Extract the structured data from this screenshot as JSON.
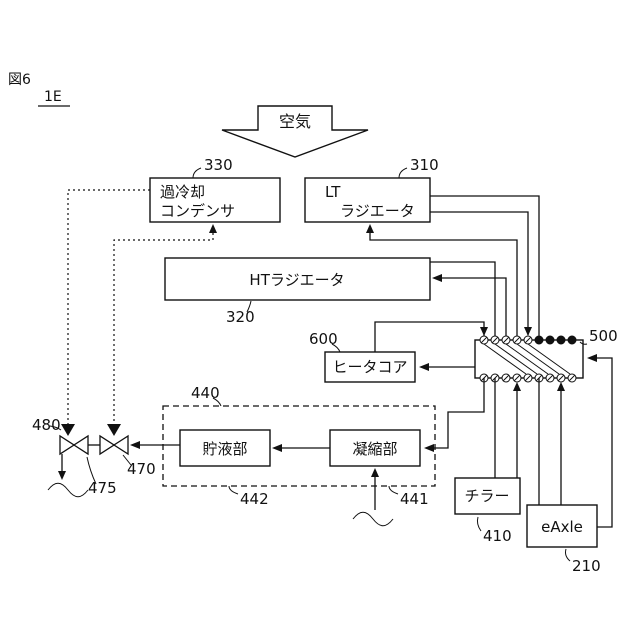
{
  "figure": {
    "number": "図6",
    "id": "1E"
  },
  "air": {
    "label": "空気"
  },
  "components": {
    "subcool_condenser": {
      "ref": "330",
      "name_line1": "過冷却",
      "name_line2": "コンデンサ"
    },
    "lt_radiator": {
      "ref": "310",
      "name_line1": "LT",
      "name_line2": "ラジエータ"
    },
    "ht_radiator": {
      "ref": "320",
      "name": "HTラジエータ"
    },
    "heater_core": {
      "ref": "600",
      "name": "ヒータコア"
    },
    "valve_unit": {
      "ref": "500"
    },
    "condensing_unit": {
      "ref": "440"
    },
    "reservoir": {
      "ref": "442",
      "name": "貯液部"
    },
    "condenser": {
      "ref": "441",
      "name": "凝縮部"
    },
    "chiller": {
      "ref": "410",
      "name": "チラー"
    },
    "eaxle": {
      "ref": "210",
      "name": "eAxle"
    },
    "valve_a": {
      "ref": "480"
    },
    "valve_b": {
      "ref": "475"
    },
    "valve_c": {
      "ref": "470"
    }
  },
  "colors": {
    "stroke": "#111111",
    "background": "#ffffff"
  }
}
